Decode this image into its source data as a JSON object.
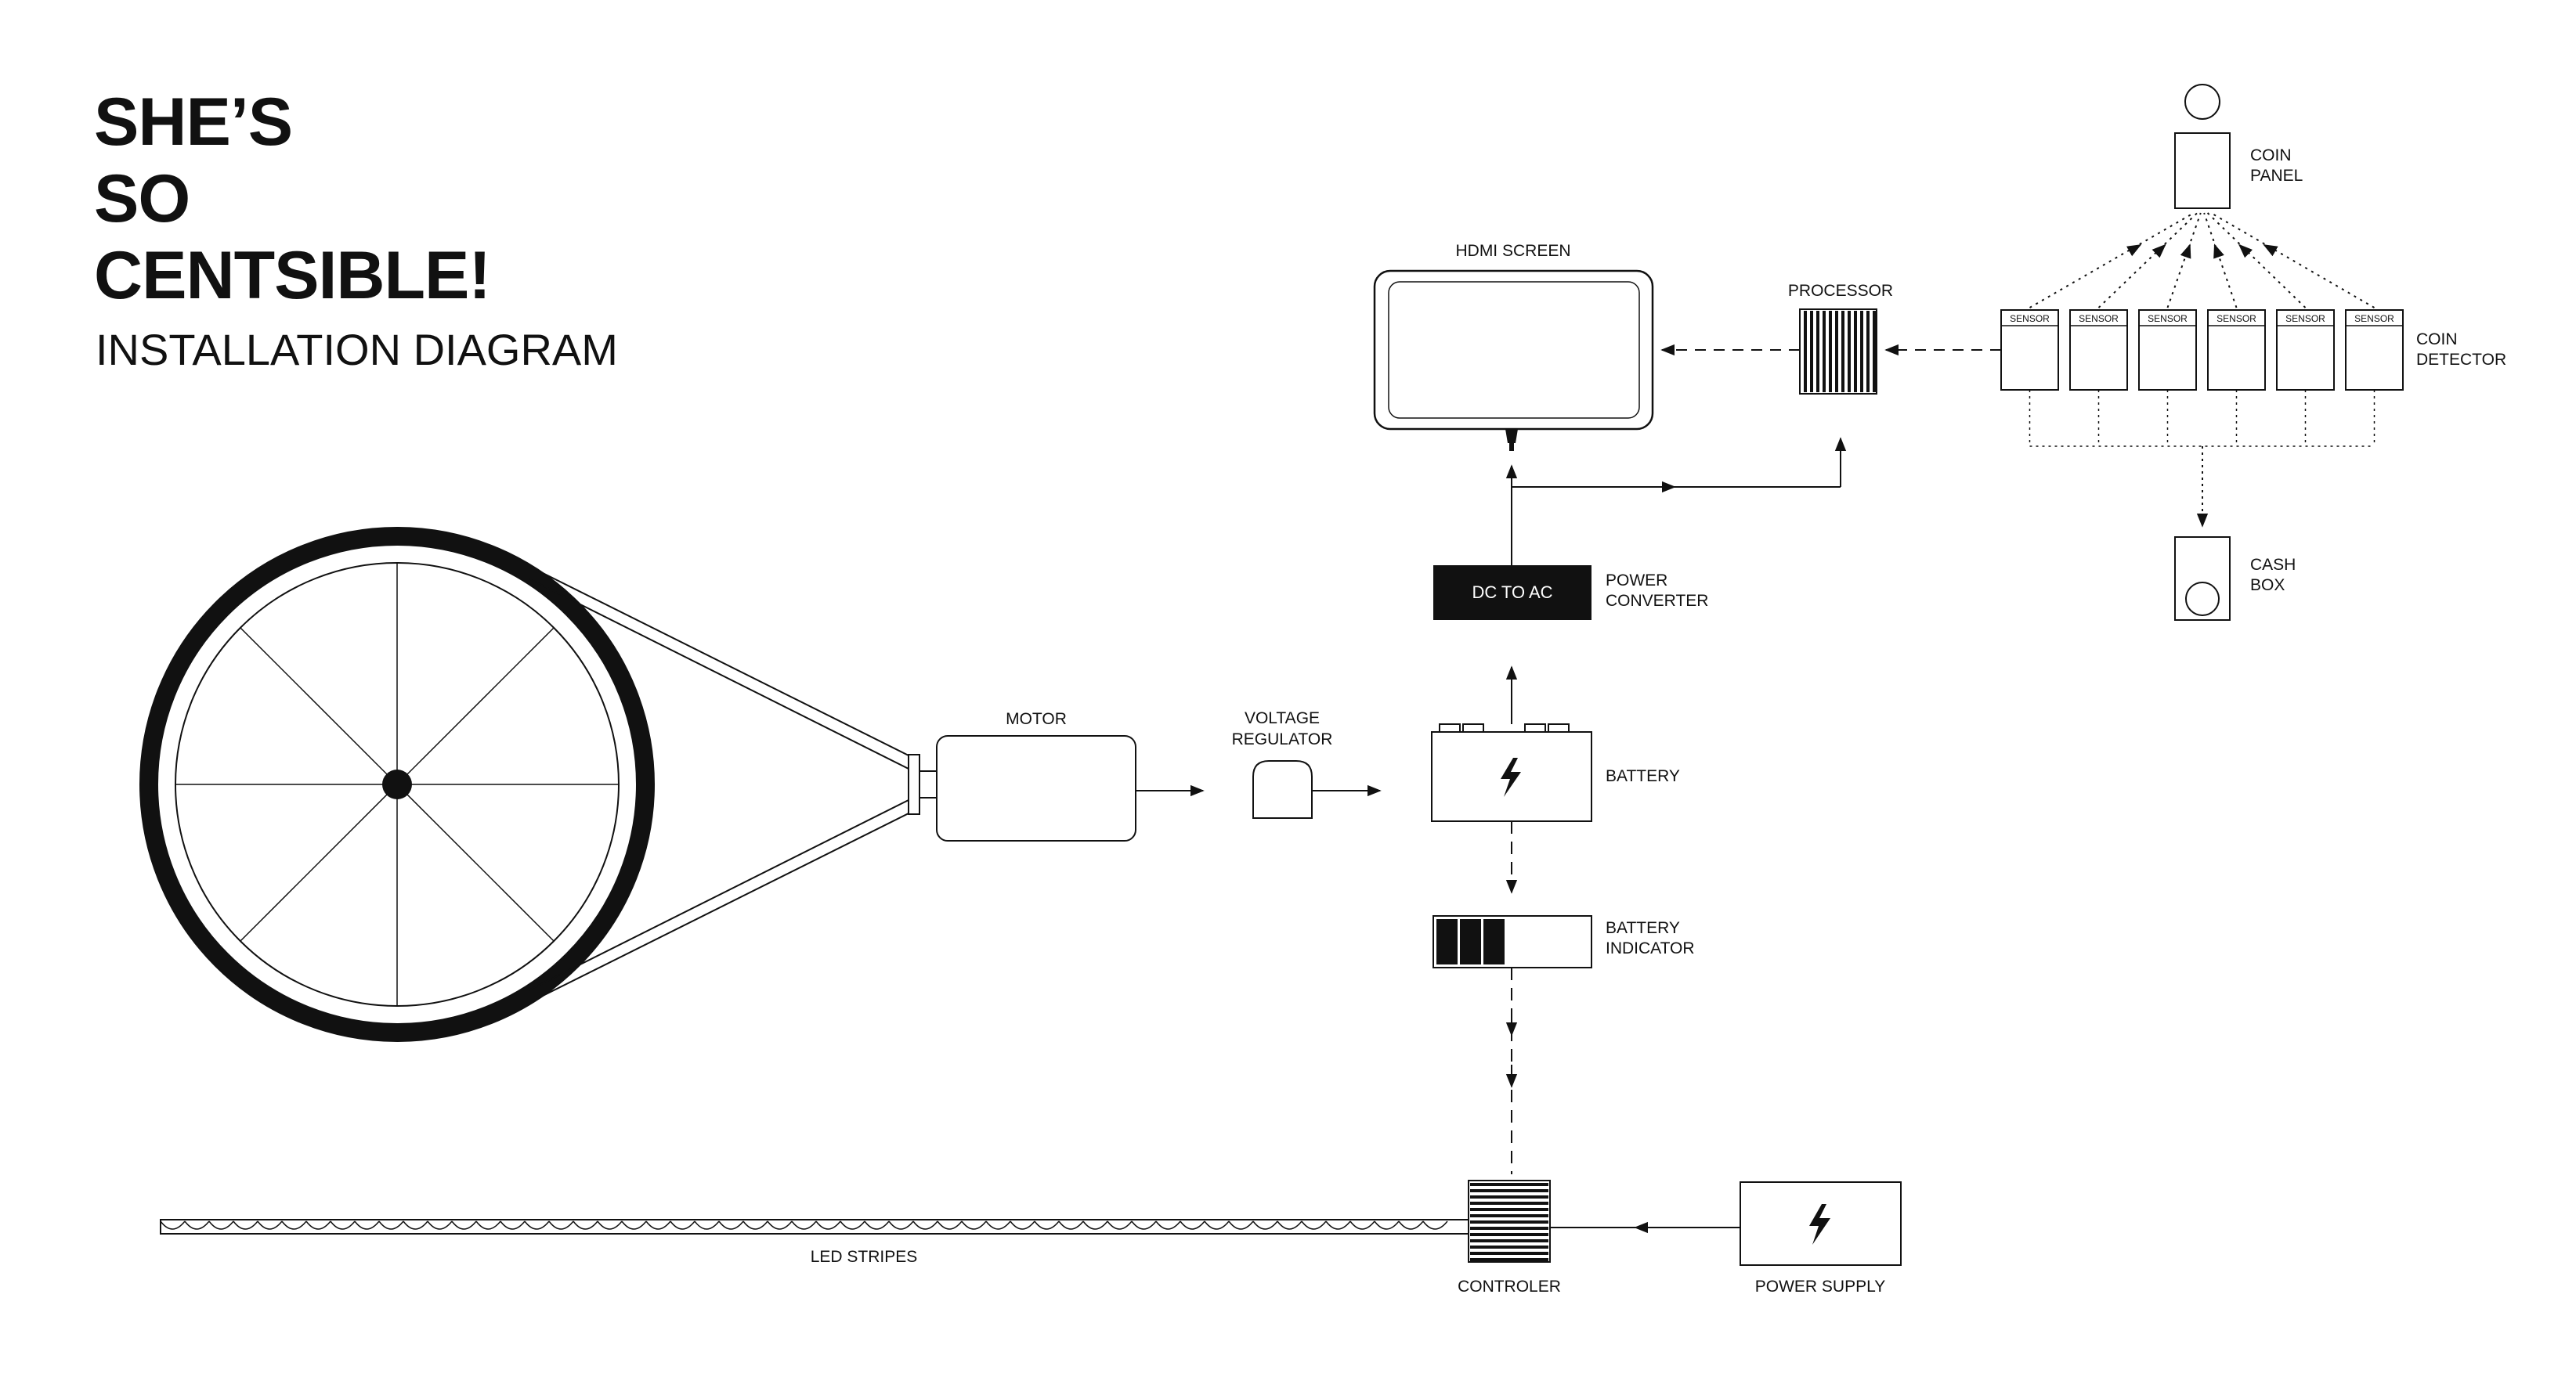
{
  "title": {
    "line1": "SHE’S",
    "line2": "SO",
    "line3": "CENTSIBLE!",
    "subtitle": "INSTALLATION DIAGRAM"
  },
  "labels": {
    "hdmi_screen": "HDMI SCREEN",
    "processor": "PROCESSOR",
    "coin_panel_1": "COIN",
    "coin_panel_2": "PANEL",
    "coin_detector_1": "COIN",
    "coin_detector_2": "DETECTOR",
    "cash_box_1": "CASH",
    "cash_box_2": "BOX",
    "power_converter_1": "POWER",
    "power_converter_2": "CONVERTER",
    "dc_to_ac": "DC TO AC",
    "motor": "MOTOR",
    "voltage_regulator_1": "VOLTAGE",
    "voltage_regulator_2": "REGULATOR",
    "battery": "BATTERY",
    "battery_indicator_1": "BATTERY",
    "battery_indicator_2": "INDICATOR",
    "led_stripes": "LED STRIPES",
    "controller": "CONTROLER",
    "power_supply": "POWER SUPPLY"
  },
  "sensors": [
    "SENSOR",
    "SENSOR",
    "SENSOR",
    "SENSOR",
    "SENSOR",
    "SENSOR"
  ],
  "battery_indicator_level": 0.6,
  "colors": {
    "ink": "#111111",
    "background": "#ffffff"
  }
}
